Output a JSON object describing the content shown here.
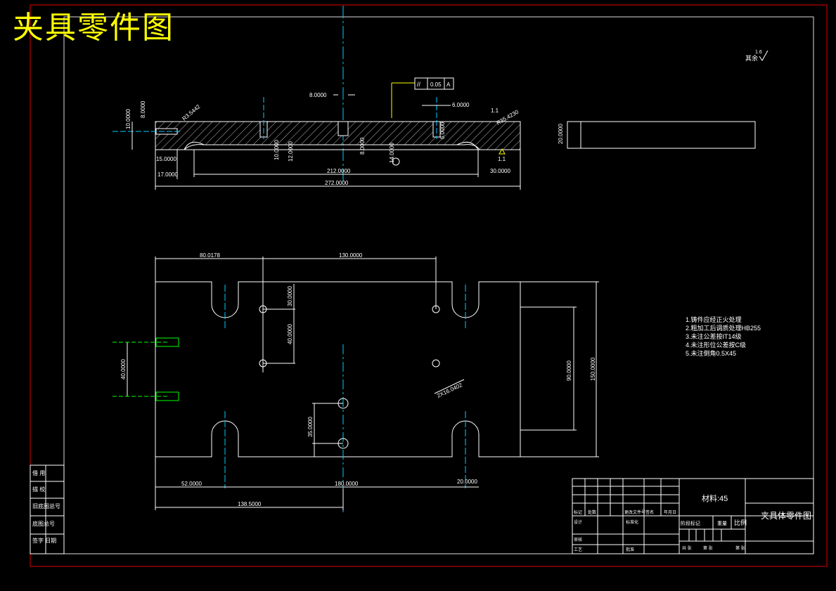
{
  "page_title": "夹具零件图",
  "surface_finish": {
    "value": "1.6",
    "prefix": "其余"
  },
  "tolerance_frame": {
    "symbol": "//",
    "value": "0.05",
    "datum": "A"
  },
  "section_view": {
    "dims": {
      "overall_length": "272.0000",
      "slot_length": "212.0000",
      "edge_30": "30.0000",
      "left_15": "15.0000",
      "left_17": "17.0000",
      "height_10": "10.0000",
      "height_8": "8.0000",
      "slot_width_8": "8.0000",
      "hole_width_6": "6.0000",
      "depth_6": "6.0000",
      "depth_10": "10.0000",
      "depth_12": "12.0000",
      "depth_8": "8.0000",
      "depth_14": "14.0000",
      "chamfer_left": "R3.5442",
      "chamfer_right": "R35.4230",
      "roughness_right": "1.1",
      "datum_note": "1.1"
    }
  },
  "side_view": {
    "thickness": "20.0000"
  },
  "plan_view": {
    "dims": {
      "d_80": "80.0178",
      "d_130": "130.0000",
      "d_30": "30.0000",
      "d_40v": "40.0000",
      "d_40": "40.0000",
      "d_90": "90.0000",
      "d_150": "150.0000",
      "d_35": "35.0000",
      "d_52": "52.0000",
      "d_180": "180.0000",
      "d_20": "20.0000",
      "d_138": "138.5000",
      "hole_callout": "2X16.0402"
    }
  },
  "tech_notes": [
    "1.铸件应经正火处理",
    "2.粗加工后调质处理HB255",
    "3.未注公差按IT14级",
    "4.未注形位公差按C级",
    "5.未注倒角0.5X45"
  ],
  "left_strip": [
    "借  用",
    "描  校",
    "旧底图总号",
    "底图总号",
    "签字  日期"
  ],
  "title_block": {
    "material": "材料:45",
    "drawing_name": "夹具体零件图",
    "labels": {
      "stage": "阶段标记",
      "weight": "重量",
      "scale": "比例",
      "mark": "标记",
      "count": "处数",
      "zone": "更改文件号",
      "sign": "签名",
      "date": "年月日",
      "design": "设计",
      "standard": "标准化",
      "review": "审核",
      "process": "工艺",
      "approve": "批准",
      "sheets": "共  张",
      "sheet_no": "第  张",
      "page": "第 张"
    }
  }
}
